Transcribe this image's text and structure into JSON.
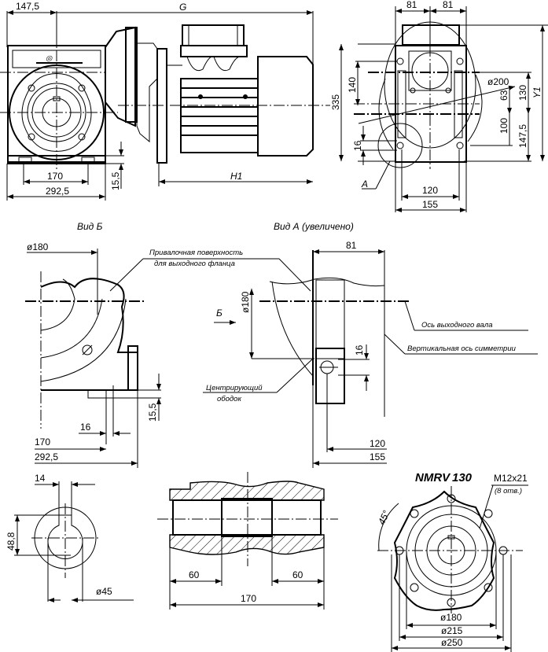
{
  "top_view": {
    "dim_147_5": "147,5",
    "dim_G": "G",
    "dim_170": "170",
    "dim_292_5": "292,5",
    "dim_15_5": "15,5",
    "dim_H1": "H1"
  },
  "side_view": {
    "dim_81_left": "81",
    "dim_81_right": "81",
    "dim_335": "335",
    "dim_140": "140",
    "dim_d200": "ø200",
    "dim_63": "63",
    "dim_130": "130",
    "dim_Y1": "Y1",
    "dim_100": "100",
    "dim_147_5": "147,5",
    "dim_16": "16",
    "label_A": "A",
    "dim_120": "120",
    "dim_155": "155"
  },
  "view_b": {
    "title": "Вид Б",
    "dim_d180": "ø180",
    "note_surface_line1": "Привалочная поверхность",
    "note_surface_line2": "для выходного фланца",
    "dim_16": "16",
    "dim_15_5": "15,5",
    "dim_170": "170",
    "dim_292_5": "292,5"
  },
  "view_a": {
    "title": "Вид А (увеличено)",
    "dim_81": "81",
    "dim_d180": "ø180",
    "arrow_label_B": "Б",
    "note_output_axis": "Ось выходного вала",
    "note_vertical_axis": "Вертикальная ось симметрии",
    "note_centering_line1": "Центрирующий",
    "note_centering_line2": "ободок",
    "dim_16": "16",
    "dim_120": "120",
    "dim_155": "155"
  },
  "shaft_bore": {
    "dim_14": "14",
    "dim_48_8": "48,8",
    "dim_d45": "ø45"
  },
  "hollow_shaft": {
    "dim_60_left": "60",
    "dim_60_right": "60",
    "dim_170": "170"
  },
  "flange": {
    "title_prefix": "NMRV",
    "title_size": "130",
    "thread": "M12x21",
    "thread_note": "(8 отв.)",
    "angle": "45°",
    "dim_d180": "ø180",
    "dim_d215": "ø215",
    "dim_d250": "ø250"
  }
}
